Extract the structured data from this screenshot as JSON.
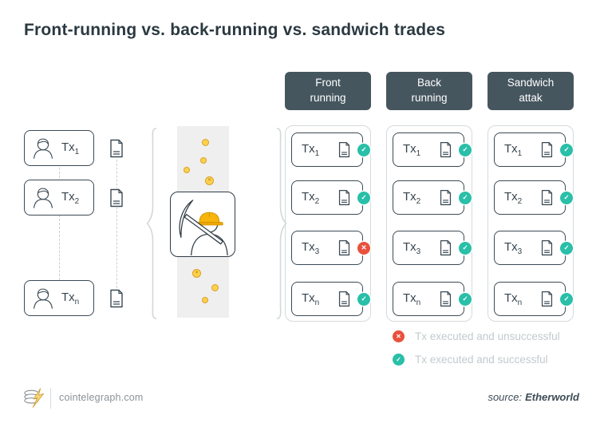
{
  "title": "Front-running vs. back-running vs. sandwich trades",
  "mempool": {
    "users": [
      {
        "label": "Tx",
        "sub": "1"
      },
      {
        "label": "Tx",
        "sub": "2"
      },
      {
        "label": "Tx",
        "sub": "n"
      }
    ]
  },
  "results": {
    "columns": [
      {
        "header": "Front running",
        "rows": [
          {
            "label": "Tx",
            "sub": "1",
            "status": "success"
          },
          {
            "label": "Tx",
            "sub": "2",
            "status": "success"
          },
          {
            "label": "Tx",
            "sub": "3",
            "status": "fail"
          },
          {
            "label": "Tx",
            "sub": "n",
            "status": "success"
          }
        ]
      },
      {
        "header": "Back running",
        "rows": [
          {
            "label": "Tx",
            "sub": "1",
            "status": "success"
          },
          {
            "label": "Tx",
            "sub": "2",
            "status": "success"
          },
          {
            "label": "Tx",
            "sub": "3",
            "status": "success"
          },
          {
            "label": "Tx",
            "sub": "n",
            "status": "success"
          }
        ]
      },
      {
        "header": "Sandwich attak",
        "rows": [
          {
            "label": "Tx",
            "sub": "1",
            "status": "success"
          },
          {
            "label": "Tx",
            "sub": "2",
            "status": "success"
          },
          {
            "label": "Tx",
            "sub": "3",
            "status": "success"
          },
          {
            "label": "Tx",
            "sub": "n",
            "status": "success"
          }
        ]
      }
    ]
  },
  "legend": {
    "items": [
      {
        "status": "fail",
        "label": "Tx executed and unsuccessful"
      },
      {
        "status": "success",
        "label": "Tx executed and successful"
      }
    ]
  },
  "footer": {
    "brand": "cointelegraph.com",
    "source_prefix": "source:",
    "source_name": "Etherworld"
  },
  "colors": {
    "success": "#29bfa8",
    "fail": "#e8523c",
    "header_bg": "#46565f",
    "coin_fill": "#fbd24b",
    "coin_stroke": "#dd9f2a",
    "title_text": "#2b3941"
  }
}
